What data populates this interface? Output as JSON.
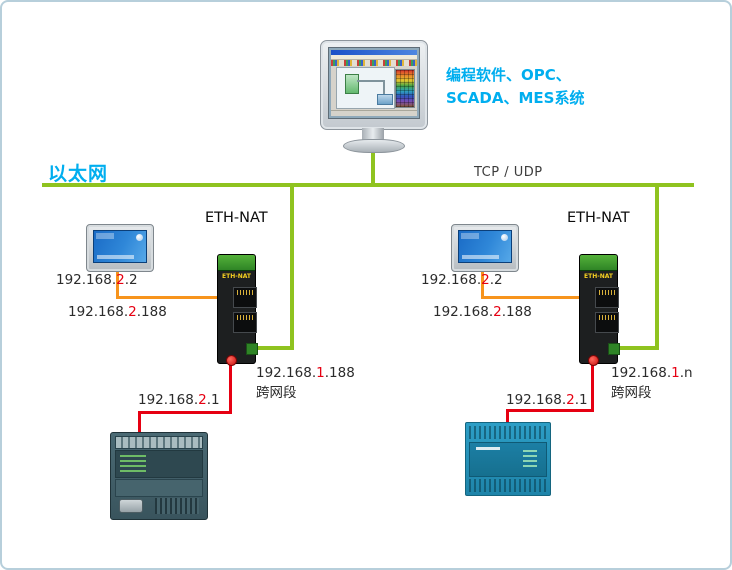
{
  "top": {
    "software_line1": "编程软件、OPC、",
    "software_line2": "SCADA、MES系统"
  },
  "ethernet": {
    "label": "以太网",
    "protocol": "TCP / UDP"
  },
  "branches": [
    {
      "nat_label": "ETH-NAT",
      "hmi_ip": {
        "pre": "192.168.",
        "hl": "2",
        "post": ".2"
      },
      "lan_ip": {
        "pre": "192.168.",
        "hl": "2",
        "post": ".188"
      },
      "wan_ip": {
        "pre": "192.168.",
        "hl": "1",
        "post": ".188"
      },
      "wan_note": "跨网段",
      "plc_ip": {
        "pre": "192.168.",
        "hl": "2",
        "post": ".1"
      }
    },
    {
      "nat_label": "ETH-NAT",
      "hmi_ip": {
        "pre": "192.168.",
        "hl": "2",
        "post": ".2"
      },
      "lan_ip": {
        "pre": "192.168.",
        "hl": "2",
        "post": ".188"
      },
      "wan_ip": {
        "pre": "192.168.",
        "hl": "1",
        "post": ".n"
      },
      "wan_note": "跨网段",
      "plc_ip": {
        "pre": "192.168.",
        "hl": "2",
        "post": ".1"
      }
    }
  ],
  "colors": {
    "ethernet_green": "#8fc31f",
    "hmi_orange": "#f7941d",
    "plc_red": "#e60012",
    "accent_cyan": "#00aeef",
    "ip_highlight_red": "#e60012"
  }
}
